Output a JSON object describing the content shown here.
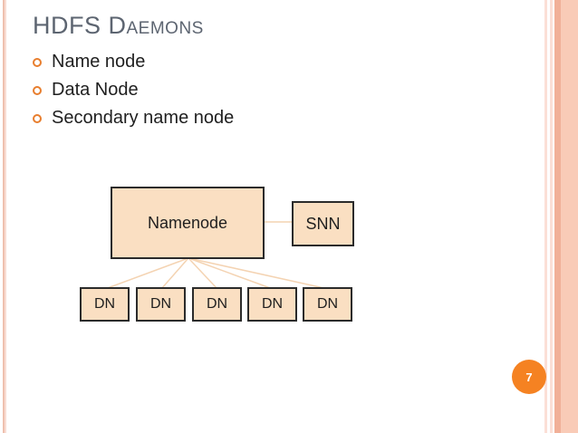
{
  "slide": {
    "title": "HDFS Daemons",
    "bullets": [
      "Name node",
      "Data Node",
      "Secondary name node"
    ],
    "page_number": "7"
  },
  "diagram": {
    "nodes": {
      "namenode": "Namenode",
      "snn": "SNN"
    },
    "dn_labels": [
      "DN",
      "DN",
      "DN",
      "DN",
      "DN"
    ],
    "edges": [
      {
        "from": "Namenode",
        "to": "SNN"
      },
      {
        "from": "Namenode",
        "to": "DN1"
      },
      {
        "from": "Namenode",
        "to": "DN2"
      },
      {
        "from": "Namenode",
        "to": "DN3"
      },
      {
        "from": "Namenode",
        "to": "DN4"
      },
      {
        "from": "Namenode",
        "to": "DN5"
      }
    ]
  },
  "colors": {
    "title": "#5d6571",
    "text": "#1f1f1f",
    "bullet_marker": "#e87e2e",
    "box_fill": "#fadfc2",
    "box_border": "#2b2b2b",
    "connector": "#f4d3b2",
    "page_badge": "#f58222",
    "stripe_pale": "#fbdfd6",
    "stripe_medium": "#f1b098",
    "stripe_light": "#f9cbb7",
    "stripe_left": "#efc0ae"
  }
}
